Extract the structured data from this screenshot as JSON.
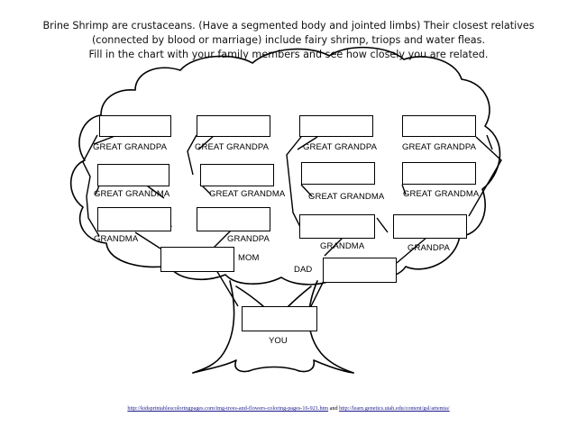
{
  "intro": {
    "line1": "Brine Shrimp are crustaceans. (Have a segmented body and jointed limbs) Their closest relatives",
    "line2": "(connected by blood or marriage) include fairy shrimp, triops and water fleas.",
    "line3": "Fill in the chart with your family members and see how closely you are related."
  },
  "labels": {
    "great_grandpa": "GREAT GRANDPA",
    "great_grandma": "GREAT GRANDMA",
    "grandma": "GRANDMA",
    "grandpa": "GRANDPA",
    "mom": "MOM",
    "dad": "DAD",
    "you": "YOU"
  },
  "credits": {
    "link1": "http://kidsprintablescoloringpages.com/img-trees-and-flowers-coloring-pages-16-921.htm",
    "separator": "and",
    "link2": "http://learn.genetics.utah.edu/content/gsl/artemia/"
  }
}
